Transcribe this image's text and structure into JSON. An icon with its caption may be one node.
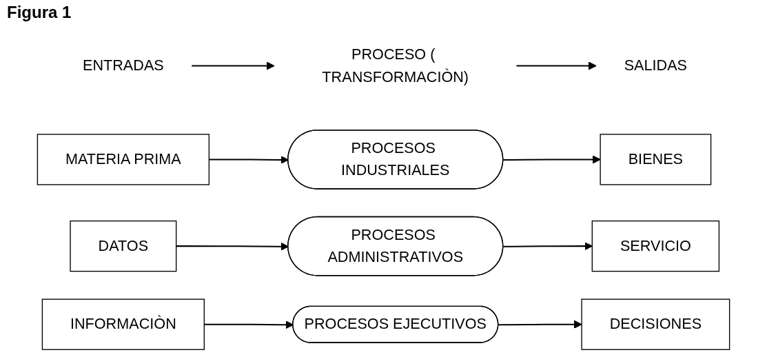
{
  "diagram": {
    "title": "Figura 1",
    "nodes": [
      {
        "text": [
          "ENTRADAS"
        ]
      },
      {
        "text": [
          "PROCESO ( TRANSFORMACIÒN)"
        ]
      },
      {
        "text": [
          "SALIDAS"
        ]
      },
      {
        "text": [
          "MATERIA PRIMA"
        ]
      },
      {
        "text": [
          "PROCESOS INDUSTRIALES"
        ]
      },
      {
        "text": [
          "BIENES"
        ]
      },
      {
        "text": [
          "DATOS"
        ]
      },
      {
        "text": [
          "PROCESOS ADMINISTRATIVOS"
        ]
      },
      {
        "text": [
          "SERVICIO"
        ]
      },
      {
        "text": [
          "INFORMACIÒN"
        ]
      },
      {
        "text": [
          "PROCESOS EJECUTIVOS"
        ]
      },
      {
        "text": [
          "DECISIONES"
        ]
      }
    ],
    "edges": [
      {
        "from": 0,
        "to": 1,
        "arrow": "to"
      },
      {
        "from": 1,
        "to": 2,
        "arrow": "to"
      },
      {
        "from": 3,
        "to": 4,
        "arrow": "to"
      },
      {
        "from": 4,
        "to": 5,
        "arrow": "to"
      },
      {
        "from": 6,
        "to": 7,
        "arrow": "to"
      },
      {
        "from": 7,
        "to": 8,
        "arrow": "to"
      },
      {
        "from": 9,
        "to": 10,
        "arrow": "to"
      },
      {
        "from": 10,
        "to": 11,
        "arrow": "to"
      }
    ]
  }
}
